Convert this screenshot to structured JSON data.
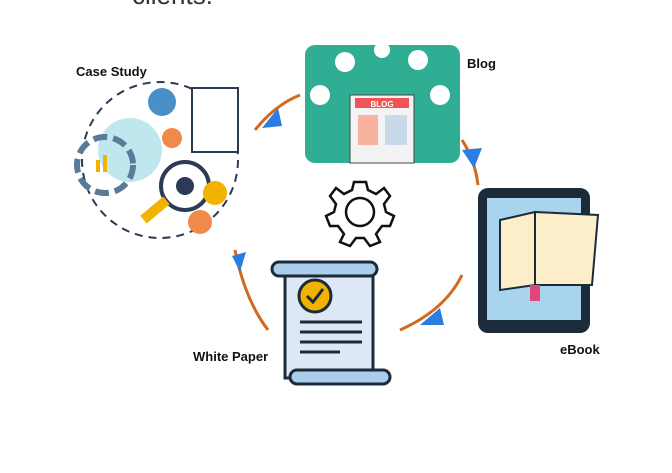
{
  "header_fragment": "clients.",
  "labels": {
    "case_study": "Case Study",
    "blog": "Blog",
    "ebook": "eBook",
    "white_paper": "White Paper"
  },
  "blog_sign": "BLOG",
  "colors": {
    "arrow": "#d2691e",
    "arrowhead": "#2a7de1",
    "blog_bg": "#2fae94",
    "ebook_frame": "#1c2b3a",
    "ebook_screen": "#a9d4ee",
    "paper": "#dce9f5",
    "badge": "#f2b300"
  }
}
